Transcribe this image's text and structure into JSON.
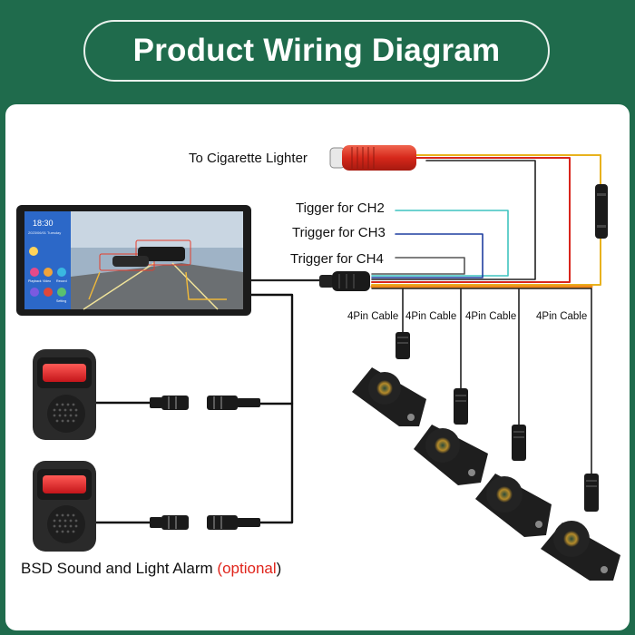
{
  "title": "Product Wiring Diagram",
  "colors": {
    "background": "#1f6b4c",
    "panel": "#ffffff",
    "accent_red": "#e0241b"
  },
  "labels": {
    "cigarette": "To Cigarette Lighter",
    "ch2": "Tigger for CH2",
    "ch3": "Trigger for CH3",
    "ch4": "Trigger for CH4"
  },
  "cables": [
    "4Pin Cable",
    "4Pin Cable",
    "4Pin Cable",
    "4Pin Cable"
  ],
  "monitor": {
    "time": "18:30",
    "date": "2023/06/01 Tuesday",
    "apps": [
      "Playback",
      "Video",
      "Setting",
      "Record"
    ]
  },
  "alarm": {
    "caption": "BSD Sound and Light Alarm",
    "open": "(",
    "optional": "optional",
    "close": ")"
  }
}
